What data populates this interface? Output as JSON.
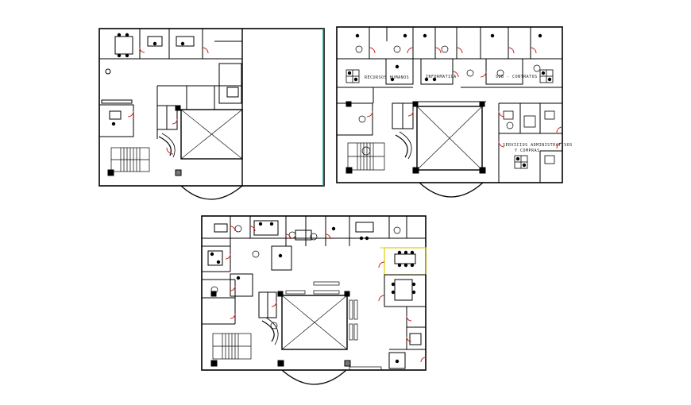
{
  "colors": {
    "background": "#ffffff",
    "wall": "#000000",
    "door": "#cc2222",
    "accent_cyan": "#00a0a0",
    "highlight": "#e0d000",
    "column": "#000000",
    "fixture": "#777777"
  },
  "plans": [
    {
      "id": "plan-top-left",
      "labels": []
    },
    {
      "id": "plan-top-right",
      "labels": [
        {
          "text": "RECURSOS HUMANOS"
        },
        {
          "text": "INFORMATICA"
        },
        {
          "text": "SUB - CONTRATOS"
        },
        {
          "text": "SERVICIOS ADMINISTRATIVOS"
        },
        {
          "text": "Y COMPRAS"
        }
      ]
    },
    {
      "id": "plan-bottom",
      "labels": []
    }
  ]
}
